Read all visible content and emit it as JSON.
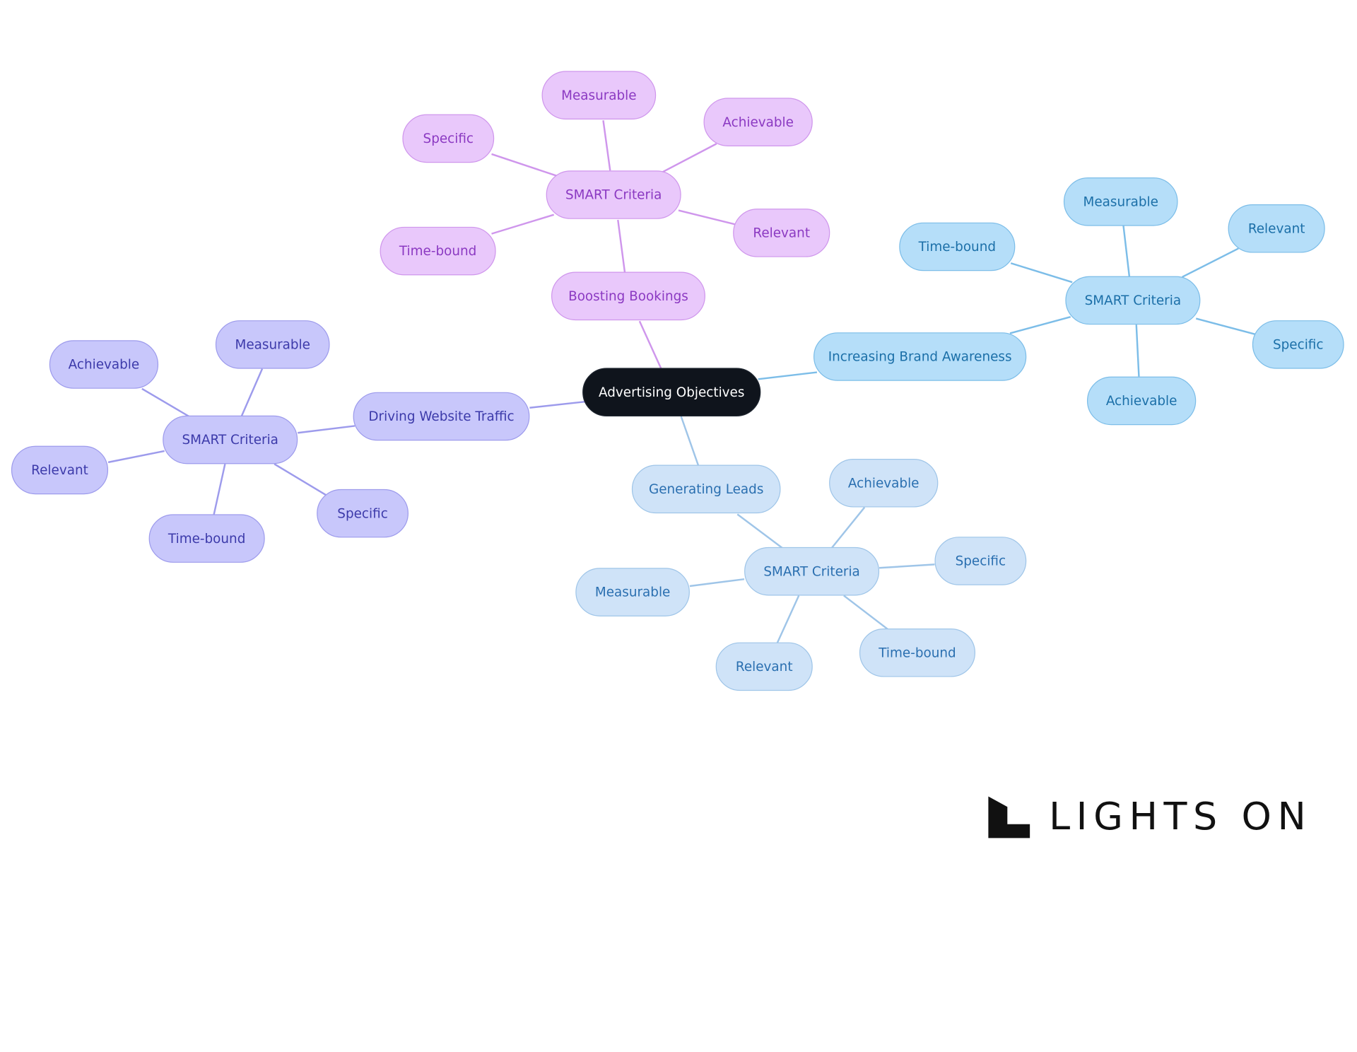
{
  "root": {
    "label": "Advertising Objectives"
  },
  "branches": {
    "boosting": {
      "label": "Boosting Bookings",
      "criteria": "SMART Criteria",
      "leaves": {
        "measurable": "Measurable",
        "achievable": "Achievable",
        "specific": "Specific",
        "relevant": "Relevant",
        "timebound": "Time-bound"
      }
    },
    "brand": {
      "label": "Increasing Brand Awareness",
      "criteria": "SMART Criteria",
      "leaves": {
        "measurable": "Measurable",
        "timebound": "Time-bound",
        "relevant": "Relevant",
        "specific": "Specific",
        "achievable": "Achievable"
      }
    },
    "traffic": {
      "label": "Driving Website Traffic",
      "criteria": "SMART Criteria",
      "leaves": {
        "measurable": "Measurable",
        "achievable": "Achievable",
        "relevant": "Relevant",
        "timebound": "Time-bound",
        "specific": "Specific"
      }
    },
    "leads": {
      "label": "Generating Leads",
      "criteria": "SMART Criteria",
      "leaves": {
        "achievable": "Achievable",
        "specific": "Specific",
        "measurable": "Measurable",
        "timebound": "Time-bound",
        "relevant": "Relevant"
      }
    }
  },
  "colors": {
    "root_bg": "#0f141c",
    "boosting": "#e9c8fb",
    "brand": "#b5def9",
    "traffic": "#c8c7fb",
    "leads": "#cfe3f8"
  },
  "logo": {
    "text": "LIGHTS ON"
  }
}
